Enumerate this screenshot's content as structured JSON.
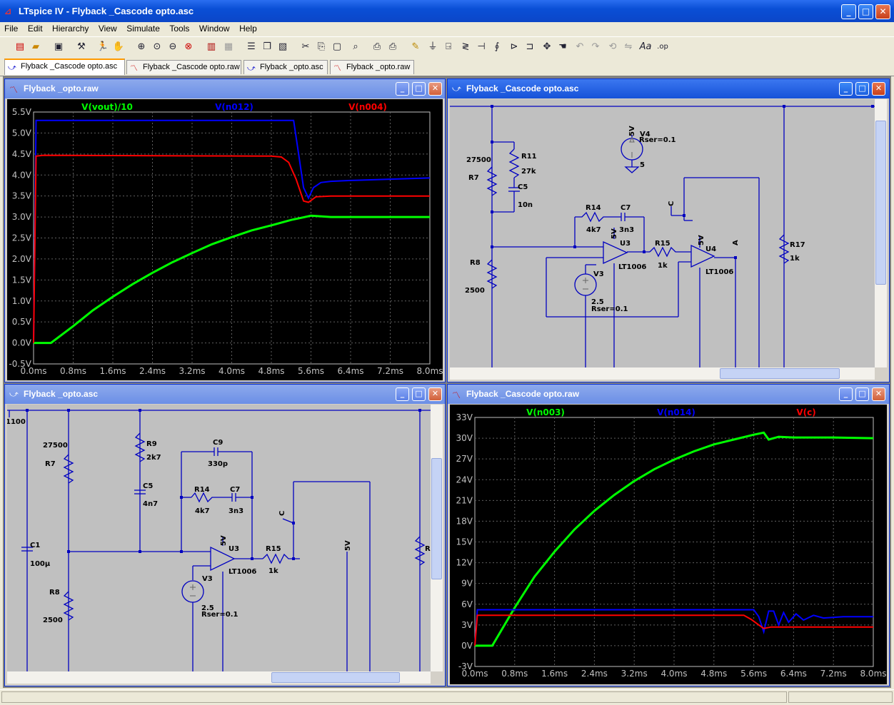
{
  "app": {
    "title": "LTspice IV - Flyback _Cascode opto.asc"
  },
  "menu": [
    "File",
    "Edit",
    "Hierarchy",
    "View",
    "Simulate",
    "Tools",
    "Window",
    "Help"
  ],
  "tabs": [
    {
      "label": "Flyback _Cascode opto.asc",
      "active": true,
      "kind": "schematic"
    },
    {
      "label": "Flyback _Cascode opto.raw",
      "active": false,
      "kind": "waveform"
    },
    {
      "label": "Flyback _opto.asc",
      "active": false,
      "kind": "schematic"
    },
    {
      "label": "Flyback _opto.raw",
      "active": false,
      "kind": "waveform"
    }
  ],
  "windows": {
    "w1": {
      "title": "Flyback _opto.raw"
    },
    "w2": {
      "title": "Flyback _Cascode opto.asc"
    },
    "w3": {
      "title": "Flyback _opto.asc"
    },
    "w4": {
      "title": "Flyback _Cascode opto.raw"
    }
  },
  "schem1": {
    "labels": [
      "27500",
      "R7",
      "R11",
      "27k",
      "C5",
      "10n",
      "R14",
      "4k7",
      "C7",
      "3n3",
      "5V",
      "U3",
      "LT1006",
      "R15",
      "1k",
      "5V",
      "U4",
      "LT1006",
      "A",
      "C",
      "R8",
      "2500",
      "V3",
      "2.5",
      "Rser=0.1",
      "5V",
      "V4",
      "Rser=0.1",
      "5",
      "R17",
      "1k"
    ]
  },
  "schem2": {
    "labels": [
      "1100",
      "27500",
      "R7",
      "R9",
      "2k7",
      "C5",
      "4n7",
      "C9",
      "330p",
      "R14",
      "4k7",
      "C7",
      "3n3",
      "5V",
      "U3",
      "LT1006",
      "R15",
      "1k",
      "C",
      "5V",
      "C1",
      "100µ",
      "R8",
      "2500",
      "V3",
      "2.5",
      "Rser=0.1",
      "R"
    ]
  },
  "chart_data": [
    {
      "type": "line",
      "window": "Flyback _opto.raw",
      "x_ticks": [
        "0.0ms",
        "0.8ms",
        "1.6ms",
        "2.4ms",
        "3.2ms",
        "4.0ms",
        "4.8ms",
        "5.6ms",
        "6.4ms",
        "7.2ms",
        "8.0ms"
      ],
      "y_ticks": [
        "5.5V",
        "5.0V",
        "4.5V",
        "4.0V",
        "3.5V",
        "3.0V",
        "2.5V",
        "2.0V",
        "1.5V",
        "1.0V",
        "0.5V",
        "0.0V",
        "-0.5V"
      ],
      "xlim": [
        0,
        8.0
      ],
      "ylim": [
        -0.5,
        5.5
      ],
      "grid": true,
      "series": [
        {
          "name": "V(vout)/10",
          "color": "#00ff00",
          "x": [
            0,
            0.35,
            0.8,
            1.2,
            1.6,
            2.0,
            2.4,
            2.8,
            3.2,
            3.6,
            4.0,
            4.4,
            4.8,
            5.2,
            5.4,
            5.6,
            6.0,
            6.4,
            7.2,
            8.0
          ],
          "y": [
            0,
            0,
            0.4,
            0.78,
            1.1,
            1.4,
            1.67,
            1.92,
            2.14,
            2.35,
            2.52,
            2.68,
            2.8,
            2.93,
            2.98,
            3.03,
            3.0,
            3.0,
            3.0,
            3.0
          ]
        },
        {
          "name": "V(n012)",
          "color": "#0000ff",
          "x": [
            0,
            0.05,
            5.25,
            5.35,
            5.45,
            5.55,
            5.65,
            5.8,
            6.0,
            6.4,
            7.2,
            8.0
          ],
          "y": [
            0,
            5.3,
            5.3,
            4.5,
            3.7,
            3.45,
            3.7,
            3.82,
            3.85,
            3.87,
            3.9,
            3.93
          ]
        },
        {
          "name": "V(n004)",
          "color": "#ff0000",
          "x": [
            0,
            0.05,
            0.2,
            4.8,
            5.0,
            5.15,
            5.3,
            5.45,
            5.55,
            5.7,
            6.0,
            6.4,
            7.2,
            8.0
          ],
          "y": [
            0,
            4.45,
            4.47,
            4.45,
            4.43,
            4.3,
            3.9,
            3.38,
            3.35,
            3.48,
            3.5,
            3.5,
            3.5,
            3.5
          ]
        }
      ]
    },
    {
      "type": "line",
      "window": "Flyback _Cascode opto.raw",
      "x_ticks": [
        "0.0ms",
        "0.8ms",
        "1.6ms",
        "2.4ms",
        "3.2ms",
        "4.0ms",
        "4.8ms",
        "5.6ms",
        "6.4ms",
        "7.2ms",
        "8.0ms"
      ],
      "y_ticks": [
        "33V",
        "30V",
        "27V",
        "24V",
        "21V",
        "18V",
        "15V",
        "12V",
        "9V",
        "6V",
        "3V",
        "0V",
        "-3V"
      ],
      "xlim": [
        0,
        8.0
      ],
      "ylim": [
        -3,
        33
      ],
      "grid": true,
      "series": [
        {
          "name": "V(n003)",
          "color": "#00ff00",
          "x": [
            0,
            0.35,
            0.8,
            1.2,
            1.6,
            2.0,
            2.4,
            2.8,
            3.2,
            3.6,
            4.0,
            4.4,
            4.8,
            5.2,
            5.6,
            5.8,
            5.9,
            6.1,
            6.4,
            7.2,
            8.0
          ],
          "y": [
            0,
            0,
            5.5,
            10,
            13.6,
            16.8,
            19.5,
            21.8,
            23.8,
            25.5,
            26.9,
            28.1,
            29.1,
            29.8,
            30.5,
            30.8,
            29.8,
            30.2,
            30.1,
            30.1,
            30.0
          ]
        },
        {
          "name": "V(n014)",
          "color": "#0000ff",
          "x": [
            0,
            0.05,
            5.6,
            5.7,
            5.8,
            5.9,
            6.0,
            6.1,
            6.2,
            6.3,
            6.45,
            6.6,
            6.8,
            7.0,
            7.4,
            8.0
          ],
          "y": [
            0,
            5.2,
            5.2,
            4.2,
            2.0,
            5.0,
            5.0,
            3.0,
            4.8,
            3.4,
            4.6,
            3.7,
            4.4,
            4.0,
            4.2,
            4.2
          ]
        },
        {
          "name": "V(c)",
          "color": "#ff0000",
          "x": [
            0,
            0.05,
            5.4,
            5.55,
            5.7,
            5.8,
            5.95,
            6.2,
            6.5,
            8.0
          ],
          "y": [
            0,
            4.4,
            4.4,
            3.8,
            3.0,
            2.5,
            2.7,
            2.7,
            2.7,
            2.7
          ]
        }
      ]
    }
  ]
}
